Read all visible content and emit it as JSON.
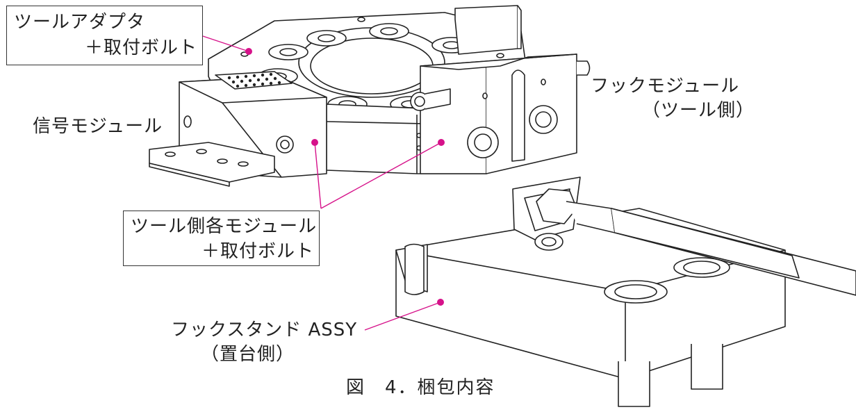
{
  "labels": {
    "tool_adapter": {
      "line1": "ツールアダプタ",
      "line2": "＋取付ボルト"
    },
    "hook_module": {
      "line1": "フックモジュール",
      "line2": "（ツール側）"
    },
    "signal_module": "信号モジュール",
    "tool_side_modules": {
      "line1": "ツール側各モジュール",
      "line2": "＋取付ボルト"
    },
    "hook_stand": {
      "line1": "フックスタンド ASSY",
      "line2": "（置台側）"
    }
  },
  "caption": "図　4．梱包内容",
  "colors": {
    "leader": "#d6128a",
    "line": "#222222",
    "fill": "#ffffff"
  }
}
